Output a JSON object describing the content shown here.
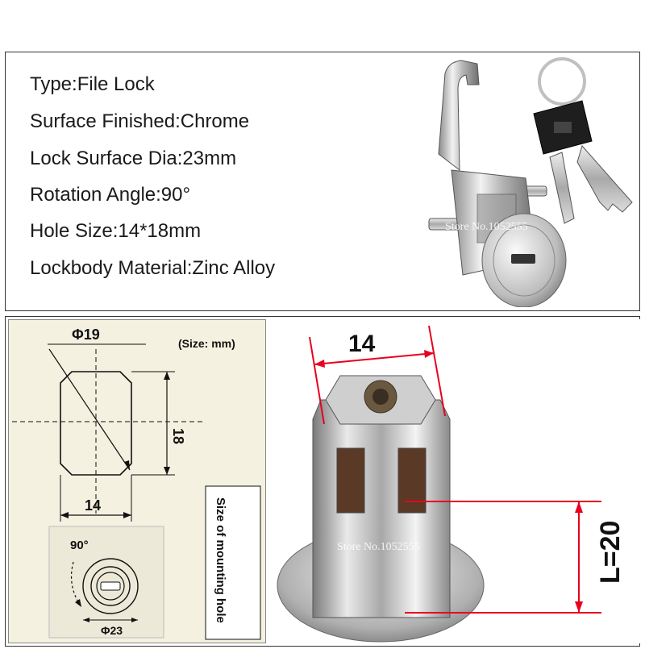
{
  "specs": [
    {
      "label": "Type",
      "value": "File Lock"
    },
    {
      "label": "Surface Finished",
      "value": "Chrome"
    },
    {
      "label": "Lock Surface Dia",
      "value": "23mm"
    },
    {
      "label": "Rotation Angle",
      "value": "90°"
    },
    {
      "label": "Hole Size",
      "value": "14*18mm"
    },
    {
      "label": "Lockbody Material",
      "value": "Zinc Alloy"
    }
  ],
  "spec_lines": [
    "Type:File Lock",
    "Surface Finished:Chrome",
    "Lock Surface Dia:23mm",
    "Rotation Angle:90°",
    "Hole Size:14*18mm",
    "Lockbody Material:Zinc Alloy"
  ],
  "watermark": "Store No.1052555",
  "drawing": {
    "size_note": "(Size: mm)",
    "diameter_label": "Φ19",
    "height_label": "18",
    "width_label": "14",
    "angle_label": "90°",
    "face_diameter_label": "Φ23",
    "side_caption": "Size of mounting hole"
  },
  "photo_dims": {
    "width_label": "14",
    "length_label": "L=20"
  },
  "colors": {
    "drawing_bg": "#f4f1e0",
    "dimension_red": "#e8001e",
    "chrome": "#c8c8c8",
    "key_black": "#1e1e1e"
  }
}
